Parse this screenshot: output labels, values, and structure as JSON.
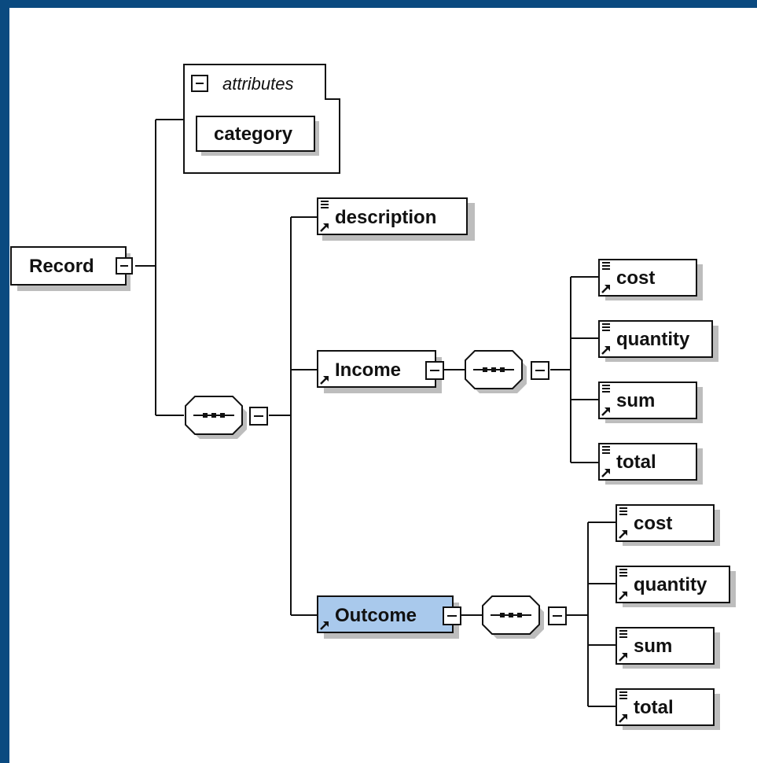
{
  "diagram": {
    "root": {
      "label": "Record"
    },
    "attributes": {
      "title": "attributes",
      "items": [
        "category"
      ]
    },
    "sequence_main": {
      "children": [
        "description",
        "Income",
        "Outcome"
      ]
    },
    "description": {
      "label": "description"
    },
    "income": {
      "label": "Income",
      "children": [
        "cost",
        "quantity",
        "sum",
        "total"
      ]
    },
    "outcome": {
      "label": "Outcome",
      "selected": true,
      "children": [
        "cost",
        "quantity",
        "sum",
        "total"
      ]
    }
  },
  "colors": {
    "background": "#0a4a80",
    "canvas": "#ffffff",
    "selected_fill": "#a9c9ec",
    "shadow": "#bdbdbd",
    "line": "#111111"
  }
}
